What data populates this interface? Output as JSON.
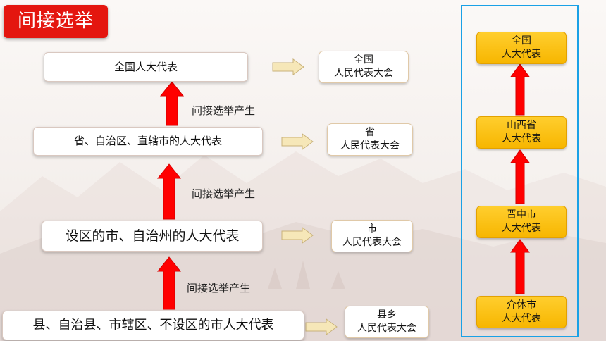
{
  "title": "间接选举",
  "step_label": "间接选举产生",
  "levels": [
    {
      "rep": "全国人大代表",
      "congress_line1": "全国",
      "congress_line2": "人民代表大会"
    },
    {
      "rep": "省、自治区、直辖市的人大代表",
      "congress_line1": "省",
      "congress_line2": "人民代表大会"
    },
    {
      "rep": "设区的市、自治州的人大代表",
      "congress_line1": "市",
      "congress_line2": "人民代表大会"
    },
    {
      "rep": "县、自治县、市辖区、不设区的市人大代表",
      "congress_line1": "县乡",
      "congress_line2": "人民代表大会"
    }
  ],
  "example_chain": [
    {
      "line1": "全国",
      "line2": "人大代表"
    },
    {
      "line1": "山西省",
      "line2": "人大代表"
    },
    {
      "line1": "晋中市",
      "line2": "人大代表"
    },
    {
      "line1": "介休市",
      "line2": "人大代表"
    }
  ],
  "colors": {
    "title_bg": "#e4160f",
    "up_arrow": "#ff0000",
    "side_arrow": "#f6e7b8",
    "gold_box": "#f7b600",
    "panel_border": "#1aa1e6"
  }
}
